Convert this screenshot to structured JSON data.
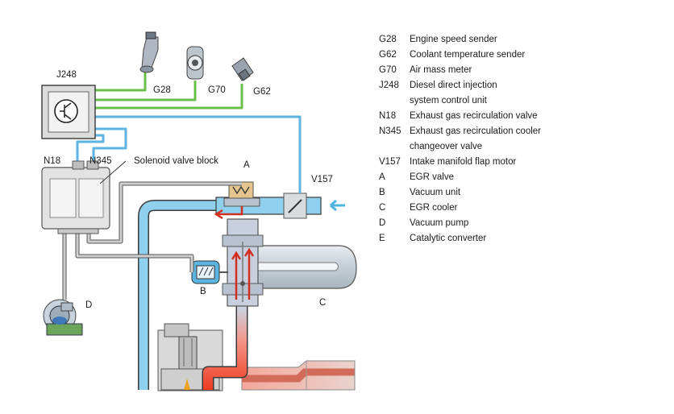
{
  "labels": {
    "j248": "J248",
    "g28": "G28",
    "g70": "G70",
    "g62": "G62",
    "n18": "N18",
    "n345": "N345",
    "solenoid_block": "Solenoid valve block",
    "a": "A",
    "v157": "V157",
    "b": "B",
    "c": "C",
    "d": "D"
  },
  "legend": [
    {
      "code": "G28",
      "desc": "Engine speed sender"
    },
    {
      "code": "G62",
      "desc": "Coolant temperature sender"
    },
    {
      "code": "G70",
      "desc": "Air mass meter"
    },
    {
      "code": "J248",
      "desc": "Diesel direct injection"
    },
    {
      "code": "",
      "desc": "system control unit"
    },
    {
      "code": "N18",
      "desc": "Exhaust gas recirculation valve"
    },
    {
      "code": "N345",
      "desc": "Exhaust gas recirculation cooler"
    },
    {
      "code": "",
      "desc": "changeover valve"
    },
    {
      "code": "V157",
      "desc": "Intake manifold flap motor"
    },
    {
      "code": "A",
      "desc": "EGR valve"
    },
    {
      "code": "B",
      "desc": "Vacuum unit"
    },
    {
      "code": "C",
      "desc": "EGR cooler"
    },
    {
      "code": "D",
      "desc": "Vacuum pump"
    },
    {
      "code": "E",
      "desc": "Catalytic converter"
    }
  ],
  "colors": {
    "signal_green": "#6abf4b",
    "control_blue": "#5bb5e0",
    "intake_blue": "#8fd0ee",
    "exhaust_red": "#e8452c",
    "vacuum_gray": "#8c8c8c",
    "cooler_gray": "#c9d3da"
  }
}
